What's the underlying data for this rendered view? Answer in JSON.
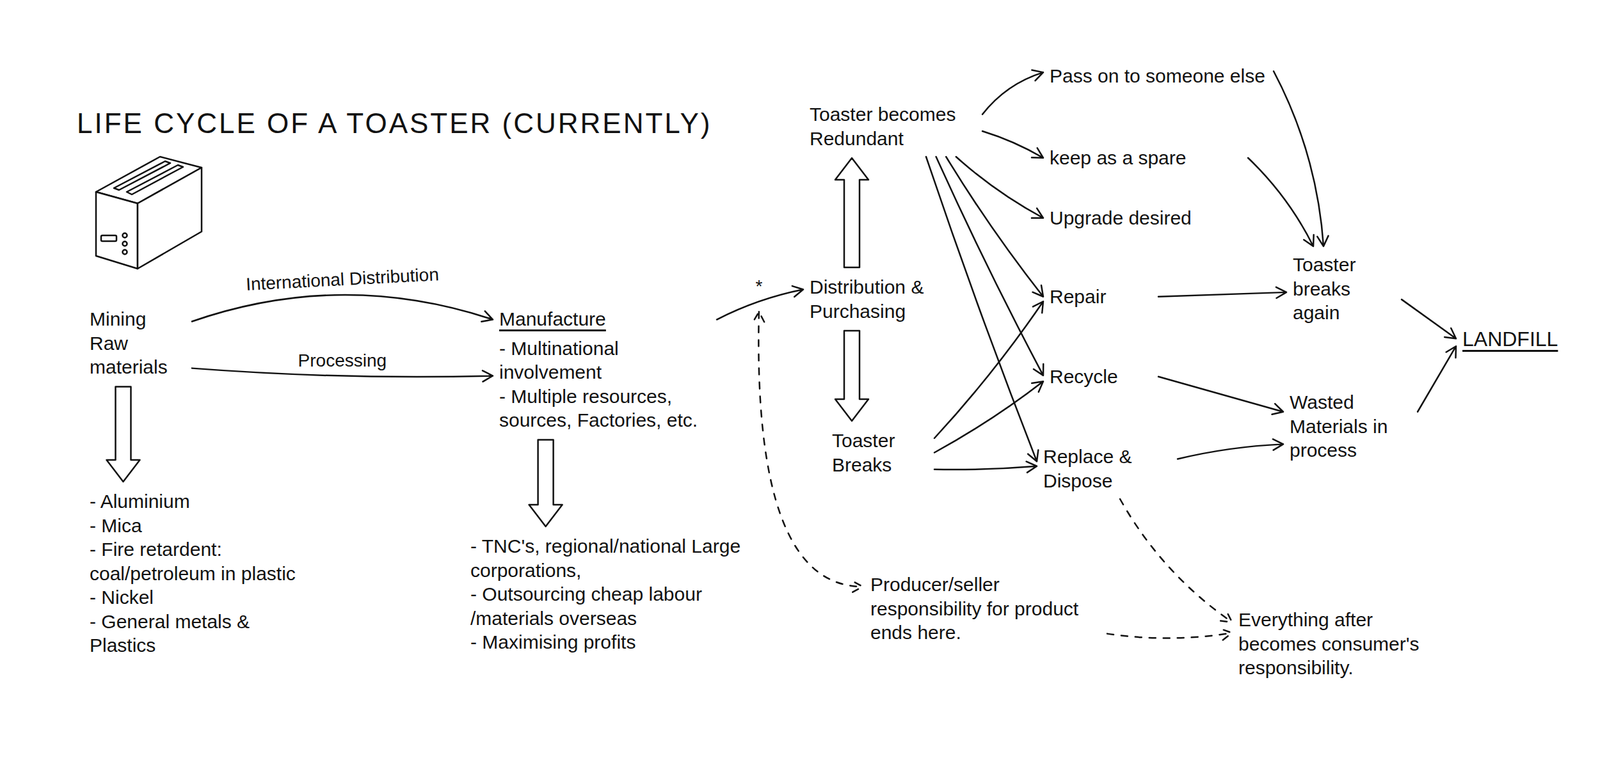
{
  "diagram": {
    "title": "LIFE CYCLE OF A TOASTER (CURRENTLY)",
    "nodes": [
      {
        "text": [
          "Mining Raw materials"
        ]
      },
      {
        "text": [
          "- Aluminium",
          "- Mica",
          "- Fire retardent: coal/petroleum in plastic",
          "- Nickel",
          "- General metals & Plastics"
        ]
      },
      {
        "text": [
          "Manufacture",
          "- Multinational involvement",
          "- Multiple resources, sources, Factories, etc."
        ]
      },
      {
        "text": [
          "- TNC's, regional/national Large corporations,",
          "- Outsourcing cheap labour /materials overseas",
          "- Maximising profits"
        ]
      },
      {
        "text": [
          "Distribution & Purchasing"
        ]
      },
      {
        "text": [
          "Toaster becomes Redundant"
        ]
      },
      {
        "text": [
          "Toaster Breaks"
        ]
      },
      {
        "text": [
          "Pass on to someone else"
        ]
      },
      {
        "text": [
          "keep as a spare"
        ]
      },
      {
        "text": [
          "Upgrade desired"
        ]
      },
      {
        "text": [
          "Repair"
        ]
      },
      {
        "text": [
          "Recycle"
        ]
      },
      {
        "text": [
          "Replace & Dispose"
        ]
      },
      {
        "text": [
          "Toaster breaks again"
        ]
      },
      {
        "text": [
          "Wasted Materials in process"
        ]
      },
      {
        "text": [
          "LANDFILL"
        ]
      },
      {
        "text": [
          "Producer/seller responsibility for product ends here."
        ]
      },
      {
        "text": [
          "Everything after becomes consumer's responsibility."
        ]
      }
    ],
    "edges": [
      {
        "from": 0,
        "to": 2,
        "label": "International Distribution",
        "arrow": "to"
      },
      {
        "from": 0,
        "to": 2,
        "label": "Processing",
        "arrow": "to"
      },
      {
        "from": 0,
        "to": 1,
        "arrow": "to"
      },
      {
        "from": 2,
        "to": 3,
        "arrow": "to"
      },
      {
        "from": 2,
        "to": 4,
        "label": "*",
        "arrow": "to"
      },
      {
        "from": 4,
        "to": 5,
        "arrow": "to"
      },
      {
        "from": 4,
        "to": 6,
        "arrow": "to"
      },
      {
        "from": 5,
        "to": 7,
        "arrow": "to"
      },
      {
        "from": 5,
        "to": 8,
        "arrow": "to"
      },
      {
        "from": 5,
        "to": 9,
        "arrow": "to"
      },
      {
        "from": 5,
        "to": 10,
        "arrow": "to"
      },
      {
        "from": 5,
        "to": 11,
        "arrow": "to"
      },
      {
        "from": 5,
        "to": 12,
        "arrow": "to"
      },
      {
        "from": 6,
        "to": 10,
        "arrow": "to"
      },
      {
        "from": 6,
        "to": 11,
        "arrow": "to"
      },
      {
        "from": 6,
        "to": 12,
        "arrow": "to"
      },
      {
        "from": 7,
        "to": 13,
        "arrow": "to"
      },
      {
        "from": 8,
        "to": 13,
        "arrow": "to"
      },
      {
        "from": 10,
        "to": 13,
        "arrow": "to"
      },
      {
        "from": 11,
        "to": 14,
        "arrow": "to"
      },
      {
        "from": 12,
        "to": 14,
        "arrow": "to"
      },
      {
        "from": 13,
        "to": 15,
        "arrow": "to"
      },
      {
        "from": 14,
        "to": 15,
        "arrow": "to"
      },
      {
        "from": 12,
        "to": 17,
        "arrow": "to"
      },
      {
        "from": 16,
        "to": 17,
        "arrow": "to"
      }
    ]
  }
}
